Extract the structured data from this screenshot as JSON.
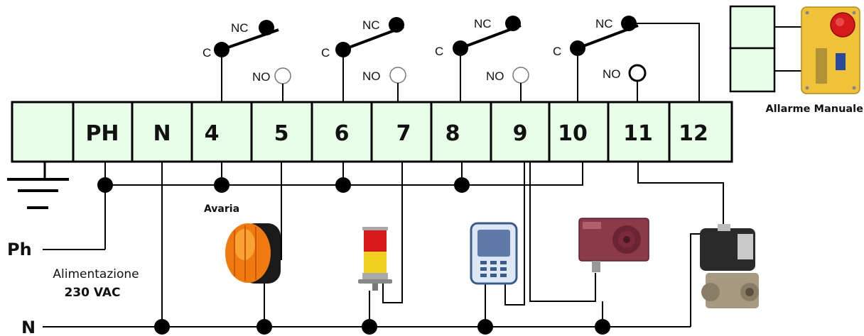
{
  "terminal_block": {
    "fill": "#e6ffe6",
    "terminals": [
      "",
      "PH",
      "N",
      "4",
      "5",
      "6",
      "7",
      "8",
      "9",
      "10",
      "11",
      "12"
    ]
  },
  "relays": [
    {
      "c_label": "C",
      "nc_label": "NC",
      "no_label": "NO"
    },
    {
      "c_label": "C",
      "nc_label": "NC",
      "no_label": "NO"
    },
    {
      "c_label": "C",
      "nc_label": "NC",
      "no_label": "NO"
    },
    {
      "c_label": "C",
      "nc_label": "NC",
      "no_label": "NO"
    }
  ],
  "labels": {
    "avaria": "Avaria",
    "allarme_manuale": "Allarme Manuale",
    "ph": "Ph",
    "n": "N",
    "alimentazione": "Alimentazione",
    "voltage": "230 VAC"
  },
  "icons": [
    "ground-symbol",
    "orange-beacon",
    "signal-tower-light",
    "control-panel-device",
    "alarm-siren",
    "gas-solenoid-valve",
    "manual-alarm-button"
  ]
}
